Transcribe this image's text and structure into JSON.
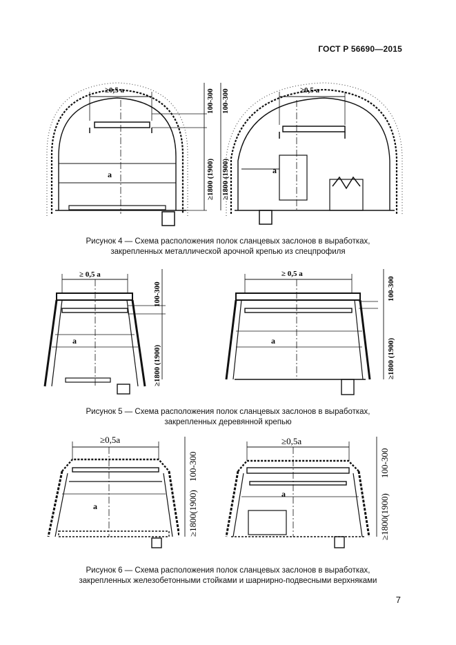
{
  "header": {
    "doc_id": "ГОСТ Р 56690—2015"
  },
  "figures": [
    {
      "caption_line1": "Рисунок 4 — Схема расположения полок сланцевых заслонов в выработках,",
      "caption_line2": "закрепленных металлической арочной крепью из спецпрофиля",
      "width_label": "≥0,5 а",
      "width_label_right": "≥0,5 а",
      "top_dim": "100-300",
      "side_dim": "≥1800 (1900)",
      "a_label": "а"
    },
    {
      "caption_line1": "Рисунок 5 — Схема расположения полок сланцевых заслонов в выработках,",
      "caption_line2": "закрепленных деревянной крепью",
      "width_label": "≥ 0,5 а",
      "width_label_right": "≥ 0,5 а",
      "top_dim": "100-300",
      "side_dim": "≥1800 (1900)",
      "a_label": "а"
    },
    {
      "caption_line1": "Рисунок 6 — Схема расположения полок сланцевых заслонов в выработках,",
      "caption_line2": "закрепленных железобетонными стойками и шарнирно-подвесными верхняками",
      "width_label": "≥0,5а",
      "width_label_right": "≥0,5а",
      "top_dim": "100-300",
      "side_dim": "≥1800(1900)",
      "a_label": "а"
    }
  ],
  "page_number": "7"
}
